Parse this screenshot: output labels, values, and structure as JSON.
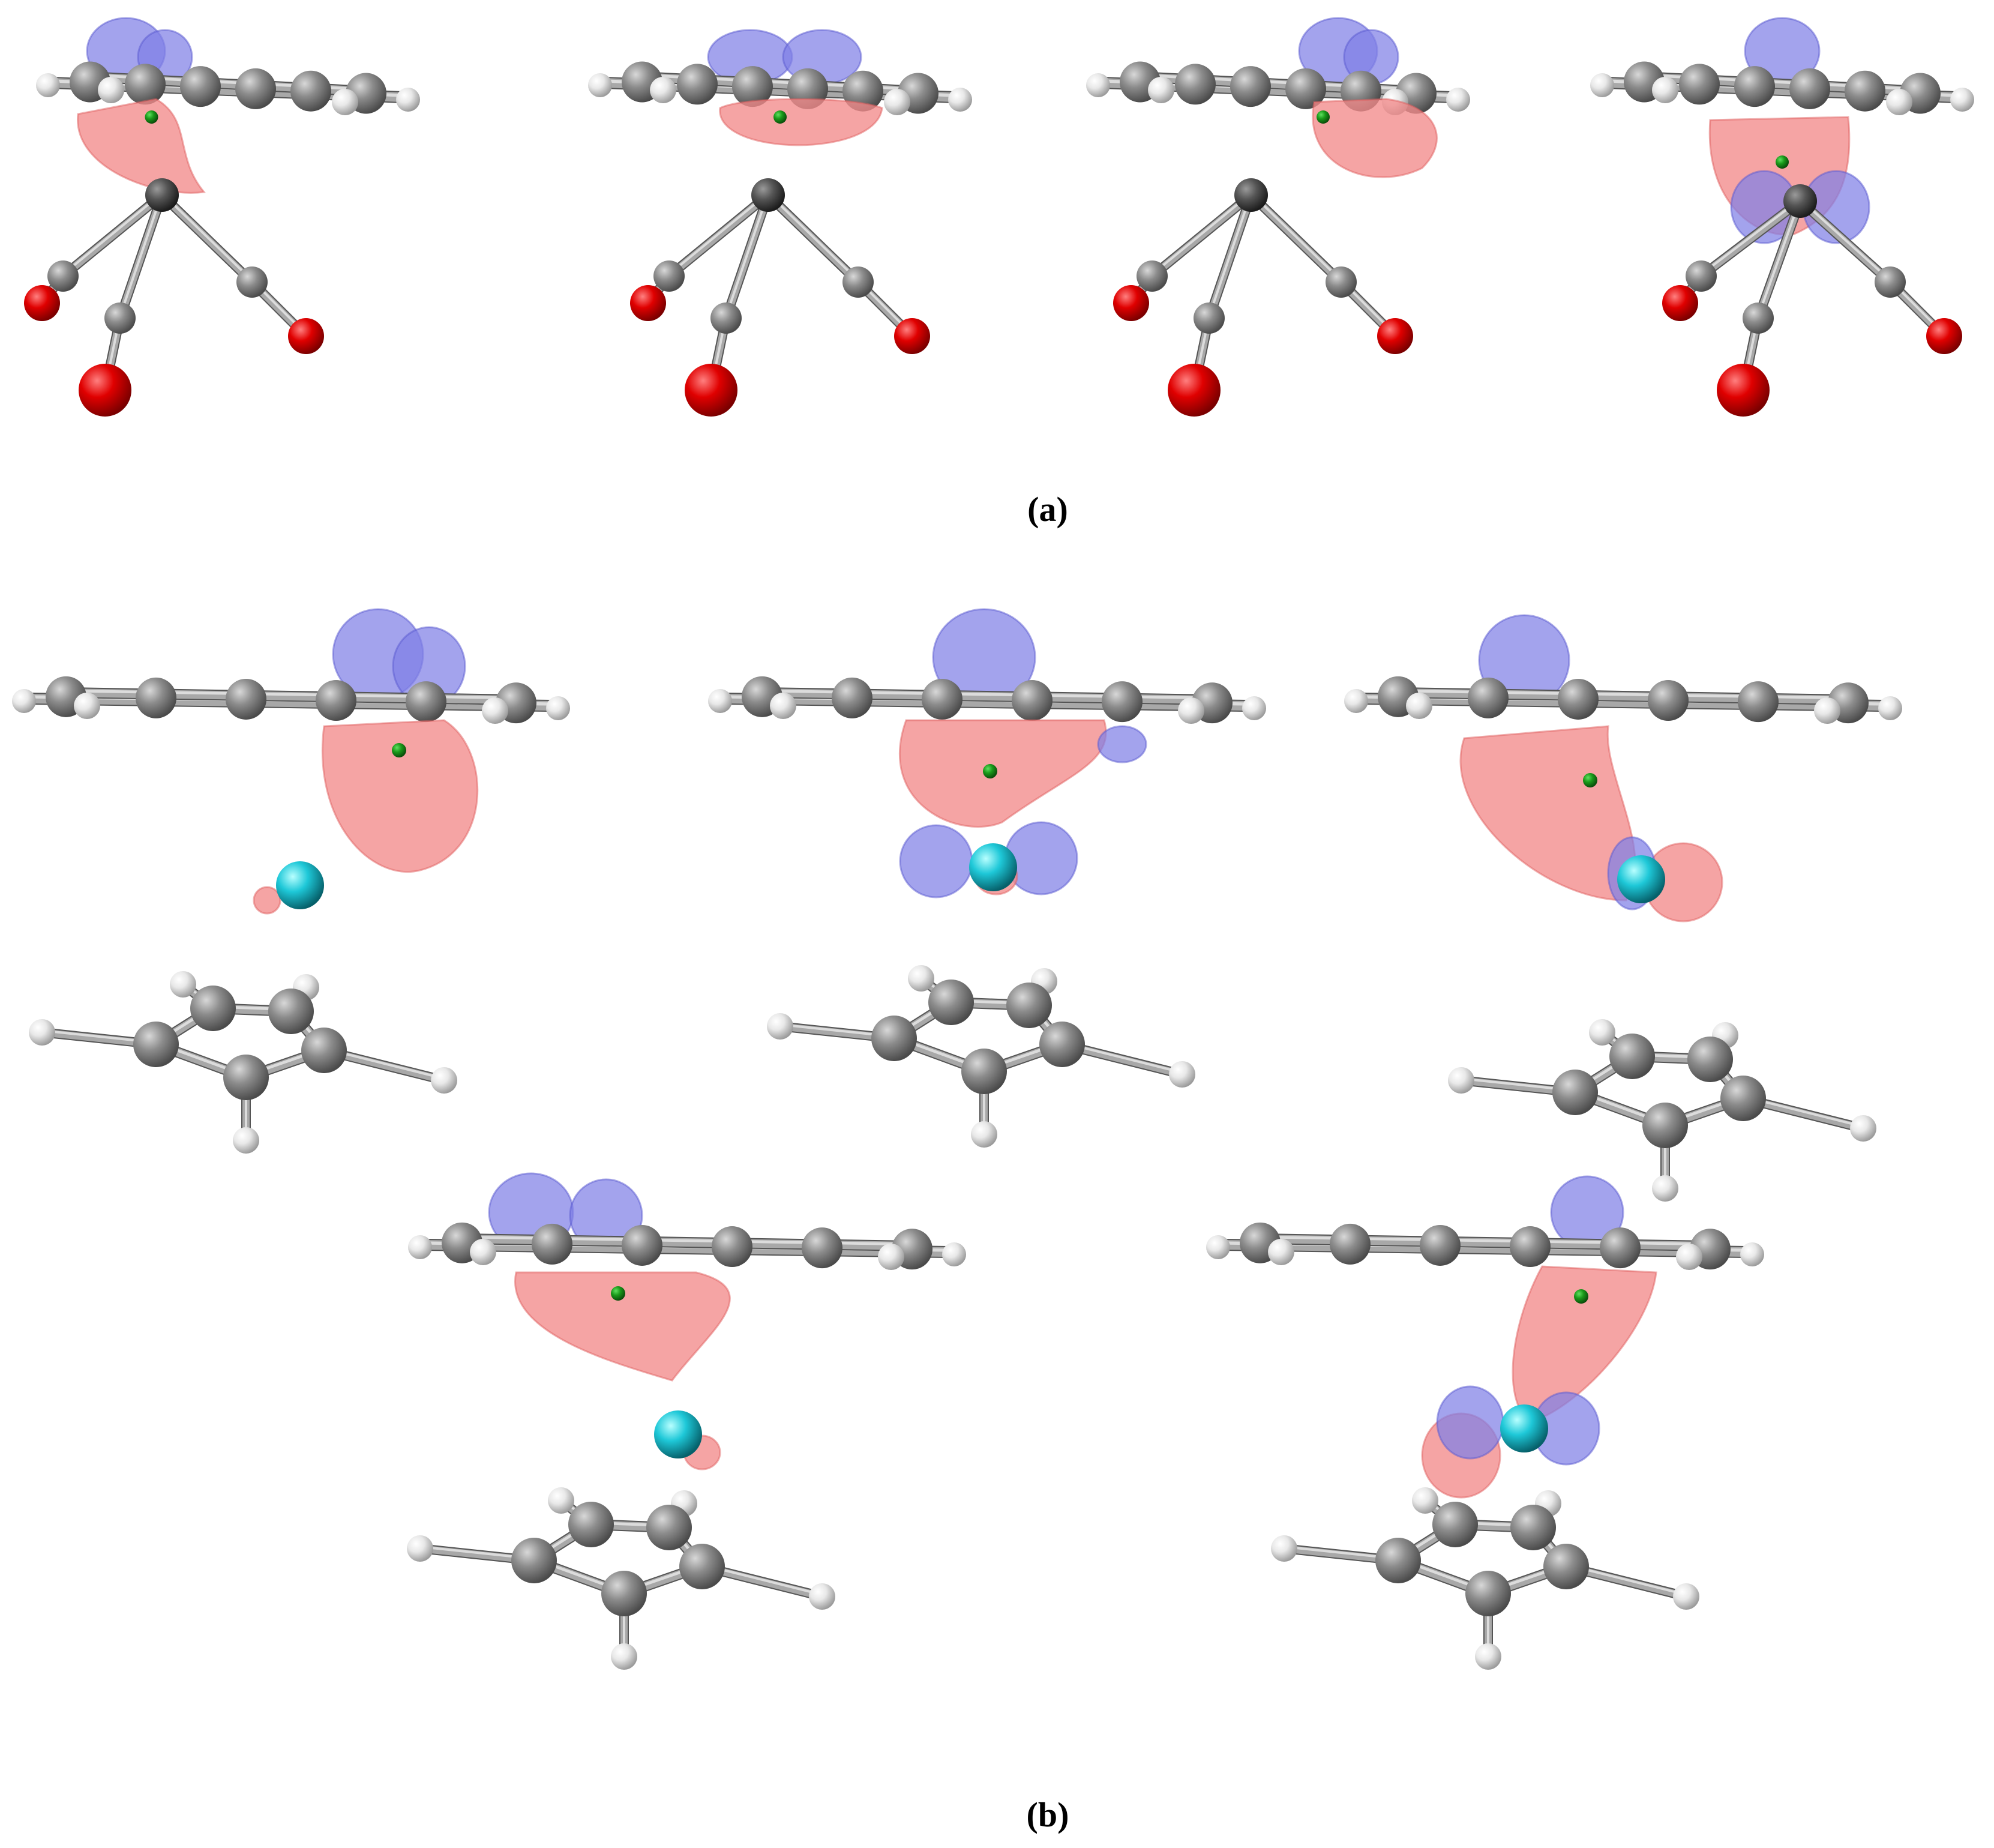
{
  "figure": {
    "panel_a_label": "(a)",
    "panel_b_label": "(b)"
  },
  "colors": {
    "orbital_positive": "#f28a8a",
    "orbital_negative": "#7f7fe6",
    "carbon": "#8c8c8c",
    "hydrogen": "#e8e8e8",
    "oxygen": "#e00000",
    "metal_transition": "#555555",
    "metal_cyan": "#1ec8d8",
    "critical_point": "#1a9a1a",
    "bond": "#9a9a9a"
  },
  "panels": {
    "a": {
      "structures": 4,
      "description_icons": [
        "orbital-lobe",
        "carbonyl-ligand",
        "benzene-ring"
      ]
    },
    "b": {
      "structures": 5,
      "description_icons": [
        "orbital-lobe",
        "cyclopentadienyl-ring",
        "cyan-atom"
      ]
    }
  }
}
